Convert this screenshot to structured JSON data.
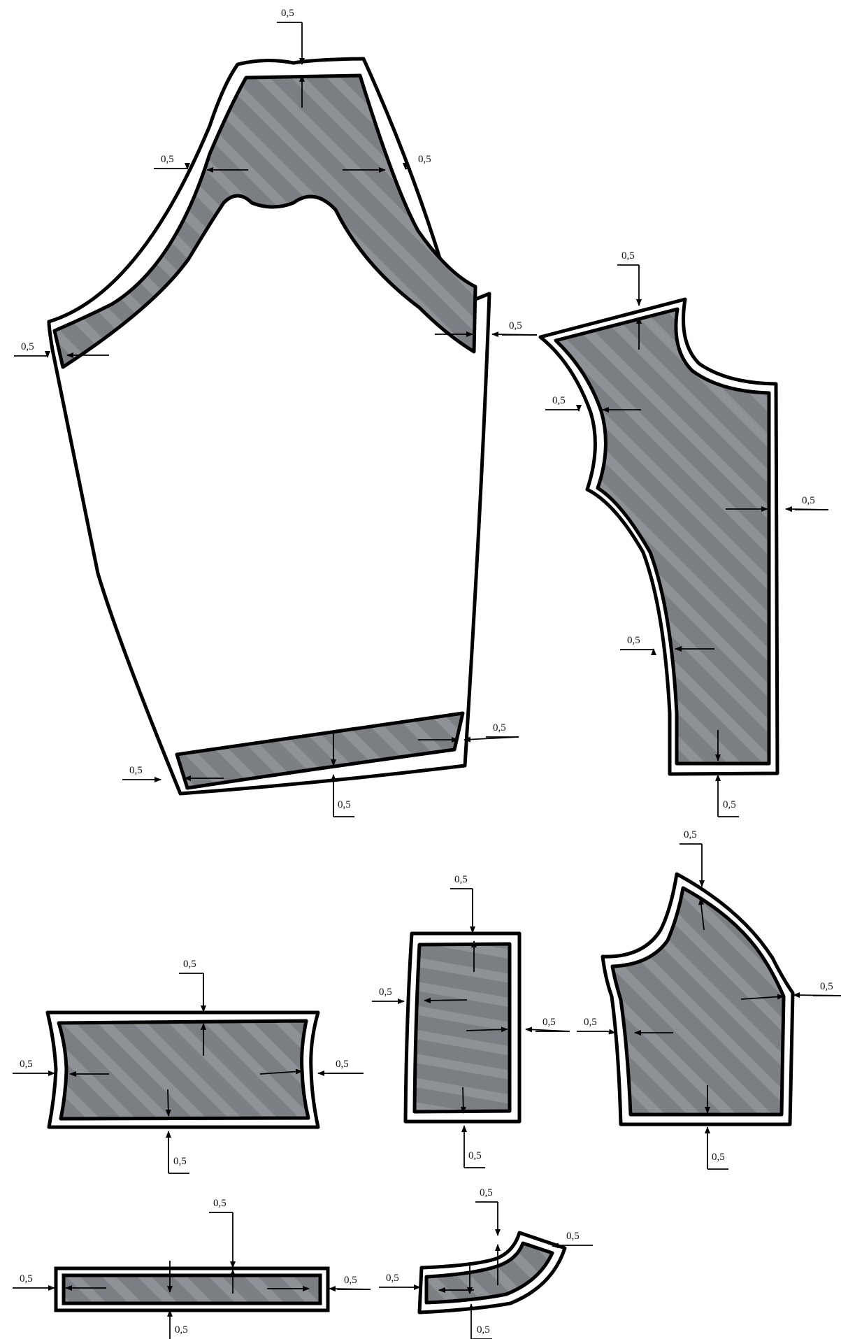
{
  "seam_allowance": {
    "label": "0,5"
  },
  "colors": {
    "background": "#ffffff",
    "outline": "#000000",
    "interfacing_fill": "#7b7f84",
    "stripe": "#8d9195",
    "allowance_band": "#ffffff"
  },
  "pieces": [
    {
      "id": "sleeve-upper",
      "kind": "sleeve with interfaced cap and hem band"
    },
    {
      "id": "sleeve-under",
      "kind": "under-sleeve"
    },
    {
      "id": "waistband-piece",
      "kind": "rectangular band"
    },
    {
      "id": "cuff-piece",
      "kind": "rectangular cuff"
    },
    {
      "id": "front-yoke-piece",
      "kind": "shoulder/armhole facing"
    },
    {
      "id": "strip-piece",
      "kind": "long narrow strip"
    },
    {
      "id": "collar-piece",
      "kind": "curved collar strip"
    }
  ]
}
